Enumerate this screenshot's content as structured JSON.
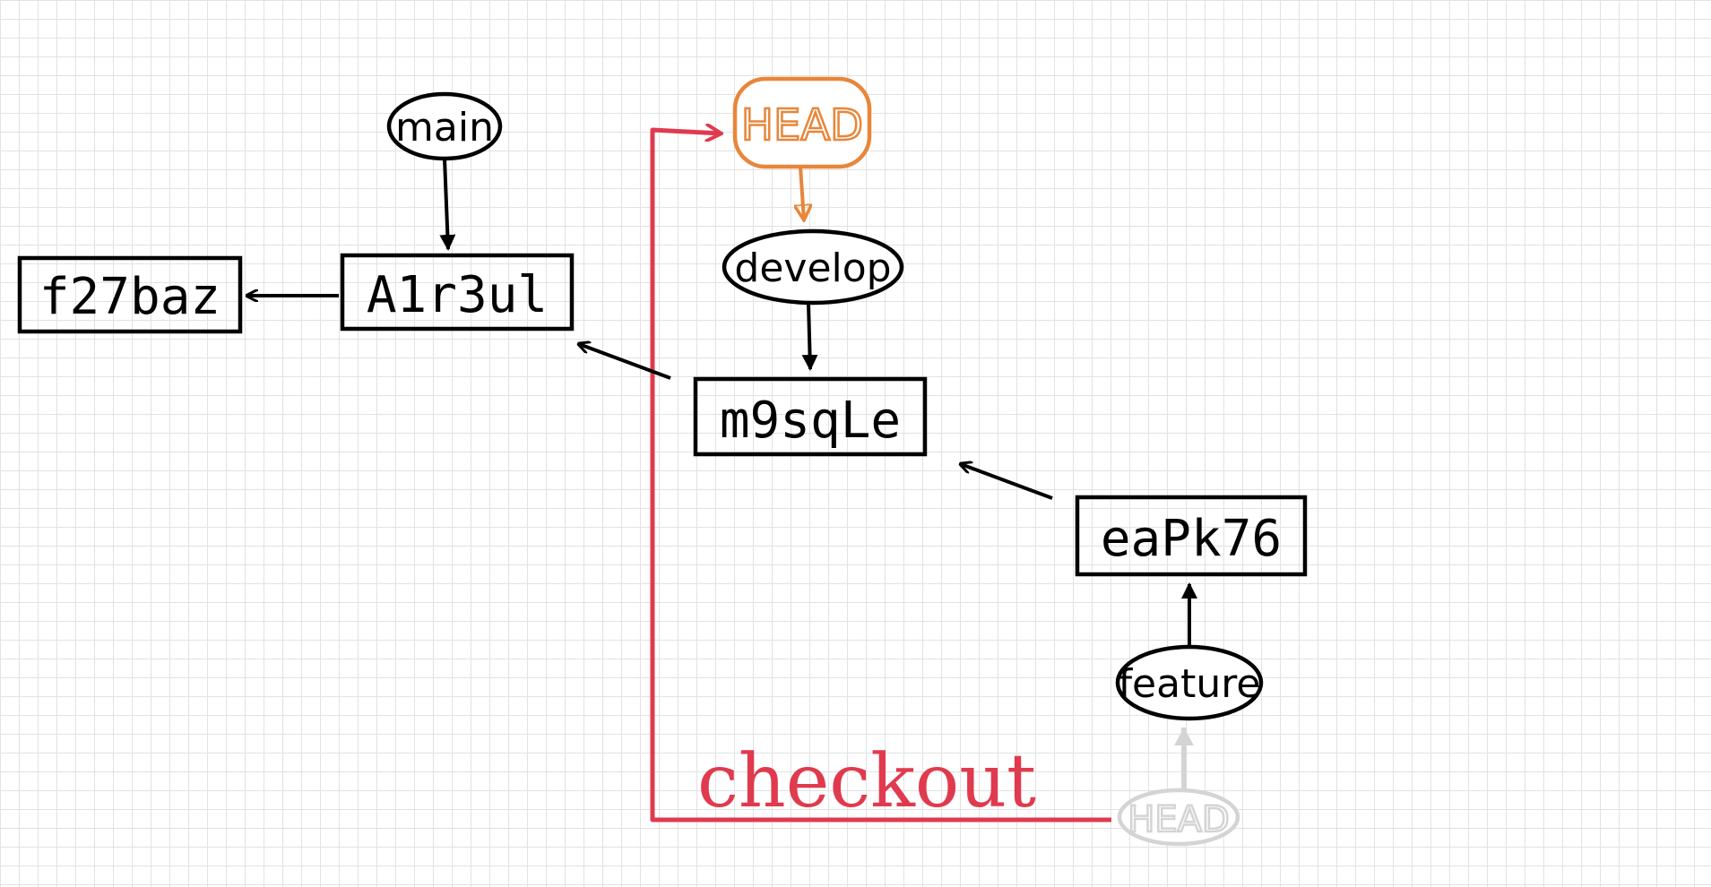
{
  "colors": {
    "ink": "#000000",
    "head": "#e8863a",
    "checkout": "#e03a4e",
    "ghost": "#d4d4d4"
  },
  "commits": [
    {
      "id": "commit-f27baz",
      "label": "f27baz"
    },
    {
      "id": "commit-a1r3ul",
      "label": "A1r3ul"
    },
    {
      "id": "commit-m9sqle",
      "label": "m9sqLe"
    },
    {
      "id": "commit-eapk76",
      "label": "eaPk76"
    }
  ],
  "branches": [
    {
      "id": "branch-main",
      "label": "main"
    },
    {
      "id": "branch-develop",
      "label": "develop"
    },
    {
      "id": "branch-feature",
      "label": "feature"
    }
  ],
  "head": {
    "current_label": "HEAD",
    "previous_label": "HEAD"
  },
  "action": {
    "label": "checkout"
  }
}
